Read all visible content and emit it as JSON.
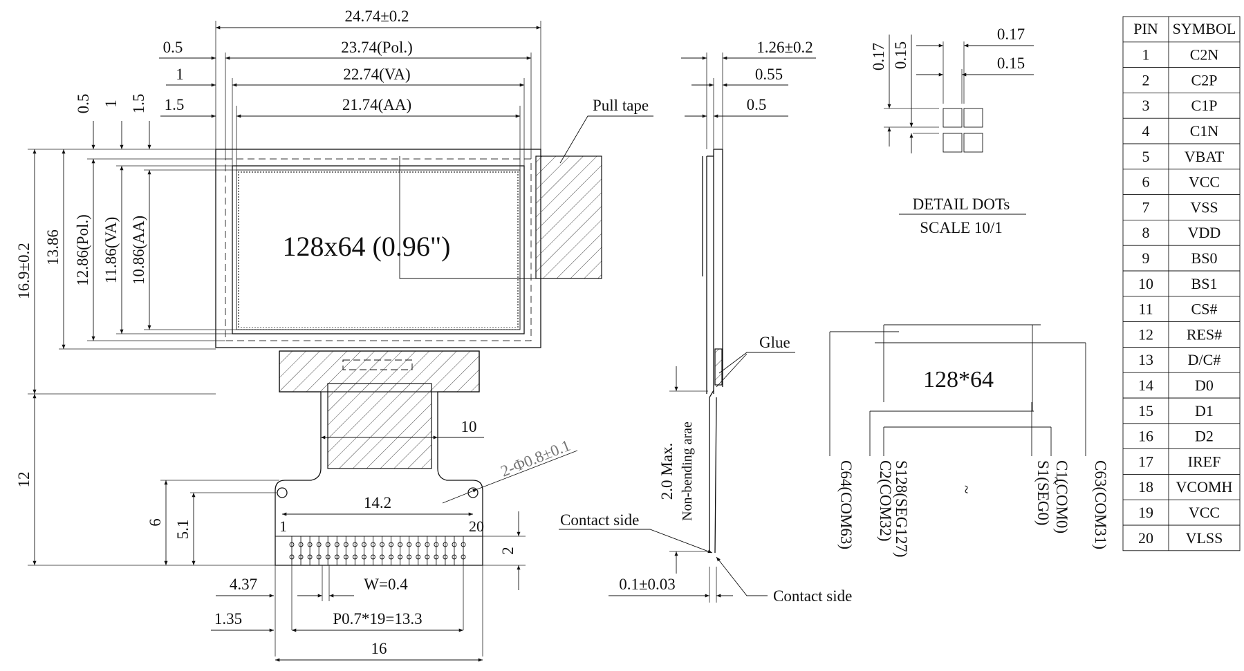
{
  "front_view": {
    "outline_dims": {
      "overall_width": "24.74±0.2",
      "pol_width": "23.74(Pol.)",
      "va_width": "22.74(VA)",
      "aa_width": "21.74(AA)",
      "offset_pol": "0.5",
      "offset_va": "1",
      "offset_aa": "1.5"
    },
    "vertical_dims": {
      "overall_height": "16.9±0.2",
      "height_13_86": "13.86",
      "pol_height": "12.86(Pol.)",
      "va_height": "11.86(VA)",
      "aa_height": "10.86(AA)",
      "top_0_5": "0.5",
      "top_1": "1",
      "top_1_5": "1.5",
      "tail_length": "12"
    },
    "panel_label": "128x64 (0.96\")",
    "pull_tape": "Pull tape",
    "fpc": {
      "neck_width": "10",
      "holes": "2-Φ0.8±0.1",
      "hole_spacing": "14.2",
      "dim_6": "6",
      "dim_5_1": "5.1",
      "pin_first": "1",
      "pin_last": "20",
      "contact_height": "2",
      "offset_4_37": "4.37",
      "offset_1_35": "1.35",
      "pad_width": "W=0.4",
      "pitch": "P0.7*19=13.3",
      "fpc_width": "16"
    }
  },
  "side_view": {
    "thickness": "1.26±0.2",
    "dim_0_55": "0.55",
    "dim_0_5": "0.5",
    "glue": "Glue",
    "bend_area_1": "2.0 Max.",
    "bend_area_2": "Non-bending arae",
    "contact_side_1": "Contact side",
    "contact_side_2": "Contact side",
    "fpc_thickness": "0.1±0.03"
  },
  "detail_dots": {
    "dim_h1": "0.17",
    "dim_h2": "0.15",
    "dim_v1": "0.17",
    "dim_v2": "0.15",
    "title": "DETAIL DOTs",
    "scale": "SCALE 10/1"
  },
  "pixel_map": {
    "label": "128*64",
    "signals": [
      "C64(COM63)",
      "C2(COM32)",
      "S128(SEG127)",
      "~",
      "S1(SEG0)",
      "C1(COM0)",
      "~",
      "C63(COM31)"
    ]
  },
  "pin_table": {
    "headers": [
      "PIN",
      "SYMBOL"
    ],
    "rows": [
      [
        "1",
        "C2N"
      ],
      [
        "2",
        "C2P"
      ],
      [
        "3",
        "C1P"
      ],
      [
        "4",
        "C1N"
      ],
      [
        "5",
        "VBAT"
      ],
      [
        "6",
        "VCC"
      ],
      [
        "7",
        "VSS"
      ],
      [
        "8",
        "VDD"
      ],
      [
        "9",
        "BS0"
      ],
      [
        "10",
        "BS1"
      ],
      [
        "11",
        "CS#"
      ],
      [
        "12",
        "RES#"
      ],
      [
        "13",
        "D/C#"
      ],
      [
        "14",
        "D0"
      ],
      [
        "15",
        "D1"
      ],
      [
        "16",
        "D2"
      ],
      [
        "17",
        "IREF"
      ],
      [
        "18",
        "VCOMH"
      ],
      [
        "19",
        "VCC"
      ],
      [
        "20",
        "VLSS"
      ]
    ]
  }
}
